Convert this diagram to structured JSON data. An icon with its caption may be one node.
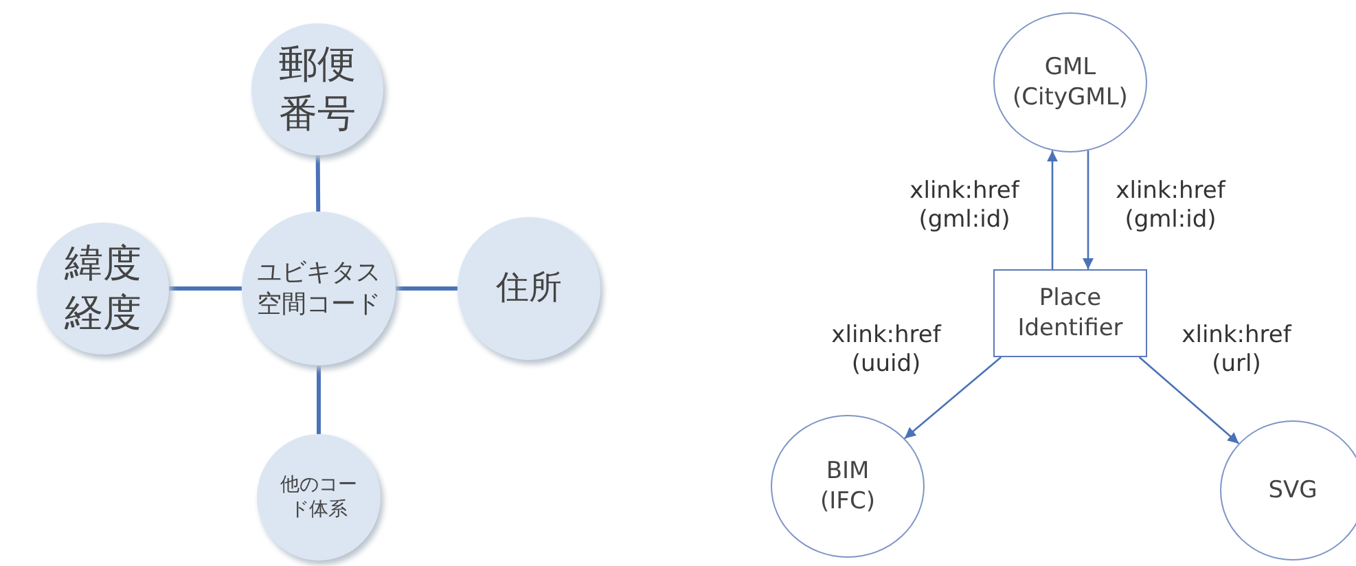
{
  "diagram": {
    "nodes": [
      {
        "text": [
          "郵便番号"
        ]
      },
      {
        "text": [
          "緯度経度"
        ]
      },
      {
        "text": [
          "ユビキタス空間コード"
        ]
      },
      {
        "text": [
          "住所"
        ]
      },
      {
        "text": [
          "他のコード体系"
        ]
      },
      {
        "text": [
          "GML (CityGML)"
        ]
      },
      {
        "text": [
          "Place Identifier"
        ]
      },
      {
        "text": [
          "BIM (IFC)"
        ]
      },
      {
        "text": [
          "SVG"
        ]
      }
    ],
    "edges": [
      {
        "from": 2,
        "to": 0,
        "arrow": "none",
        "style": "thick"
      },
      {
        "from": 2,
        "to": 1,
        "arrow": "none",
        "style": "thick"
      },
      {
        "from": 2,
        "to": 3,
        "arrow": "none",
        "style": "thick"
      },
      {
        "from": 2,
        "to": 4,
        "arrow": "none",
        "style": "thick"
      },
      {
        "from": 6,
        "to": 5,
        "arrow": "to",
        "label": "xlink:href (gml:id)"
      },
      {
        "from": 5,
        "to": 6,
        "arrow": "to",
        "label": "xlink:href (gml:id)"
      },
      {
        "from": 6,
        "to": 7,
        "arrow": "to",
        "label": "xlink:href (uuid)"
      },
      {
        "from": 6,
        "to": 8,
        "arrow": "to",
        "label": "xlink:href (url)"
      }
    ]
  }
}
